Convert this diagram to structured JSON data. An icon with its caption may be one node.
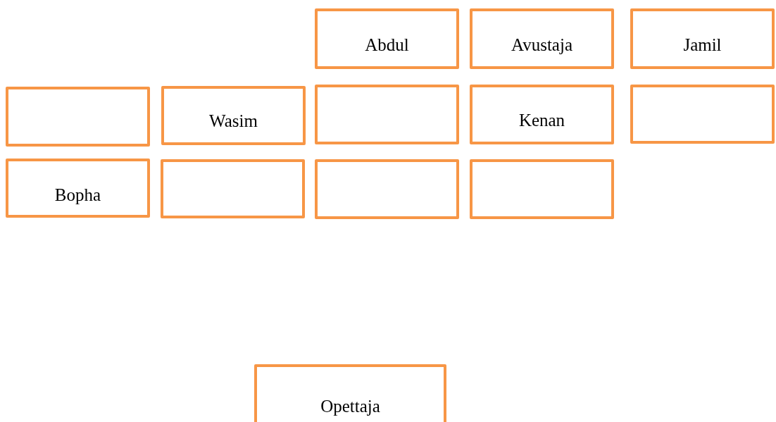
{
  "diagram": {
    "nodes": [
      {
        "text": [
          "Abdul"
        ]
      },
      {
        "text": [
          "Avustaja"
        ]
      },
      {
        "text": [
          "Jamil"
        ]
      },
      {
        "text": [],
        "shape": "box"
      },
      {
        "text": [
          "Wasim"
        ]
      },
      {
        "text": [],
        "shape": "box"
      },
      {
        "text": [
          "Kenan"
        ]
      },
      {
        "text": [],
        "shape": "box"
      },
      {
        "text": [
          "Bopha"
        ]
      },
      {
        "text": [],
        "shape": "box"
      },
      {
        "text": [],
        "shape": "box"
      },
      {
        "text": [],
        "shape": "box"
      },
      {
        "text": [
          "Opettaja"
        ]
      }
    ]
  }
}
